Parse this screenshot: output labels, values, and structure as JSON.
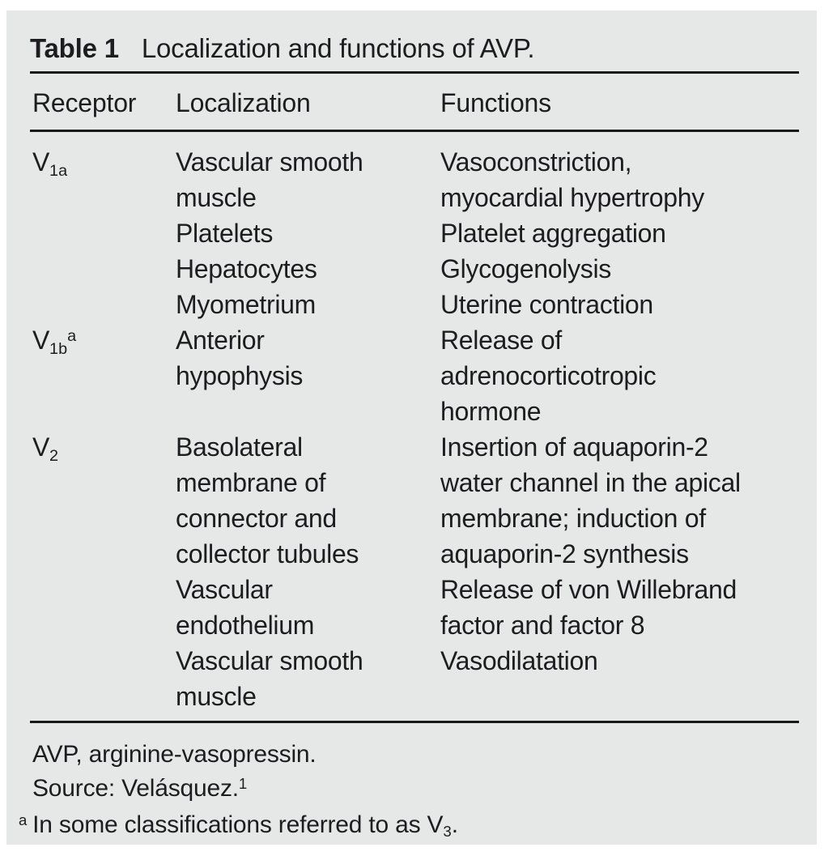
{
  "page": {
    "background_color": "#ffffff",
    "panel_color": "#e6e8e8",
    "text_color": "#1d1d1f",
    "rule_color": "#1a1a1a"
  },
  "table": {
    "caption": {
      "label": "Table 1",
      "title": "Localization and functions of AVP."
    },
    "columns": {
      "receptor": "Receptor",
      "localization": "Localization",
      "functions": "Functions"
    },
    "rows": [
      {
        "receptor": {
          "base": "V",
          "sub": "1a",
          "sup": ""
        },
        "localization": "Vascular smooth\nmuscle\nPlatelets\nHepatocytes\nMyometrium",
        "functions": "Vasoconstriction,\nmyocardial hypertrophy\nPlatelet aggregation\nGlycogenolysis\nUterine contraction"
      },
      {
        "receptor": {
          "base": "V",
          "sub": "1b",
          "sup": "a"
        },
        "localization": "Anterior\nhypophysis",
        "functions": "Release of\nadrenocorticotropic\nhormone"
      },
      {
        "receptor": {
          "base": "V",
          "sub": "2",
          "sup": ""
        },
        "localization": "Basolateral\nmembrane of\nconnector and\ncollector tubules\nVascular\nendothelium\nVascular smooth\nmuscle",
        "functions": "Insertion of aquaporin-2\nwater channel in the apical\nmembrane; induction of\naquaporin-2 synthesis\nRelease of von Willebrand\nfactor and factor 8\nVasodilatation"
      }
    ],
    "footer": {
      "abbreviation_line": "AVP, arginine-vasopressin.",
      "source_text": "Source: Velásquez.",
      "source_superscript": "1",
      "footnote_marker": "a",
      "footnote_text": "In some classifications referred to as V",
      "footnote_subscript": "3",
      "footnote_suffix": "."
    }
  }
}
